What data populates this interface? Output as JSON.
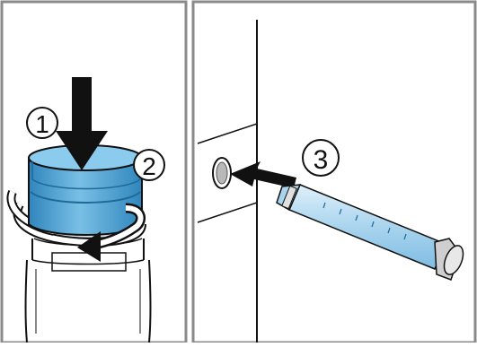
{
  "steps": [
    {
      "number": "1"
    },
    {
      "number": "2"
    },
    {
      "number": "3"
    }
  ],
  "colors": {
    "frame": "#8a8a8a",
    "cap_light": "#79bfe5",
    "cap_mid": "#4aa3d6",
    "cap_dark": "#2f86bd",
    "syringe_fill": "#bfe0f3",
    "line": "#111111",
    "grey": "#9a9a9a"
  },
  "icons": [
    "down-arrow-icon",
    "rotate-arrow-icon",
    "insert-arrow-icon",
    "syringe-icon"
  ]
}
